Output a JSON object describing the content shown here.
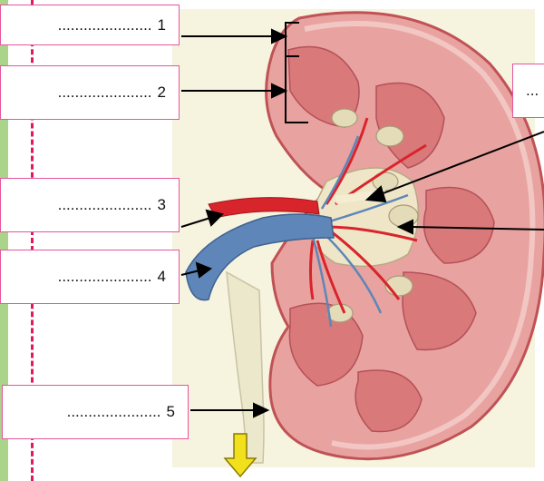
{
  "labels": [
    {
      "number": "1",
      "dots": "......................"
    },
    {
      "number": "2",
      "dots": "......................"
    },
    {
      "number": "3",
      "dots": "......................"
    },
    {
      "number": "4",
      "dots": "......................"
    },
    {
      "number": "5",
      "dots": "......................"
    }
  ],
  "right_label": {
    "dots": "..."
  },
  "colors": {
    "box_border": "#e6559e",
    "margin_line": "#e0195f",
    "strip": "#a9d48a",
    "cortex": "#e8a3a0",
    "medulla": "#d9797a",
    "artery": "#d8242b",
    "vein": "#5e86b8",
    "pelvis": "#ece8cc",
    "arrow_yellow": "#f3e01d"
  }
}
